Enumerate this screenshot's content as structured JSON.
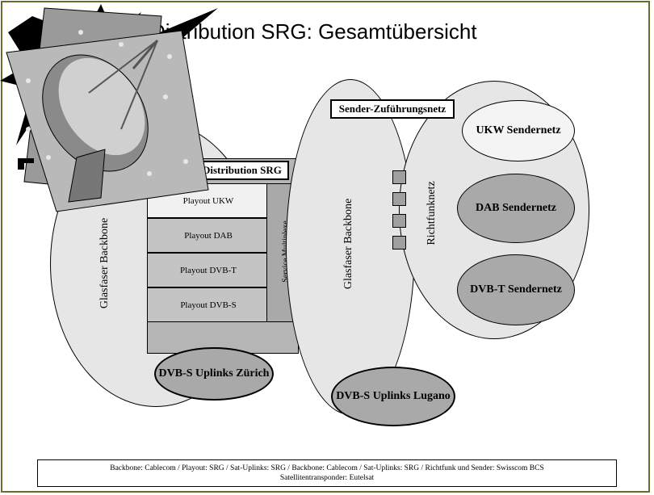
{
  "title": "Distribution SRG: Gesamtübersicht",
  "left_backbone": {
    "label": "Glasfaser Backbone"
  },
  "middle_backbone": {
    "label": "Glasfaser Backbone"
  },
  "richtfunk": {
    "label": "Richtfunknetz"
  },
  "sender_zufuhrung": "Sender-Zuführungsnetz",
  "playout_distribution": "Playout Distribution SRG",
  "playouts": [
    "Playout UKW",
    "Playout DAB",
    "Playout DVB-T",
    "Playout DVB-S"
  ],
  "service_multiplexe": "Service Multiplexe",
  "networks": [
    "UKW Sendernetz",
    "DAB Sendernetz",
    "DVB-T Sendernetz"
  ],
  "uplinks": {
    "zurich": "DVB-S Uplinks Zürich",
    "lugano": "DVB-S Uplinks Lugano"
  },
  "footer": {
    "line1": "Backbone: Cablecom  /  Playout: SRG  /  Sat-Uplinks: SRG  /   Backbone: Cablecom  / Sat-Uplinks: SRG  /  Richtfunk und Sender: Swisscom BCS",
    "line2": "Satellitentransponder: Eutelsat"
  },
  "colors": {
    "frame": "#6b6b2e",
    "ellipse_fill": "#e6e6e6",
    "dark_fill": "#a9a9a9",
    "mid_fill": "#c4c4c4"
  },
  "icons": [
    "satellite-dish-icon"
  ]
}
